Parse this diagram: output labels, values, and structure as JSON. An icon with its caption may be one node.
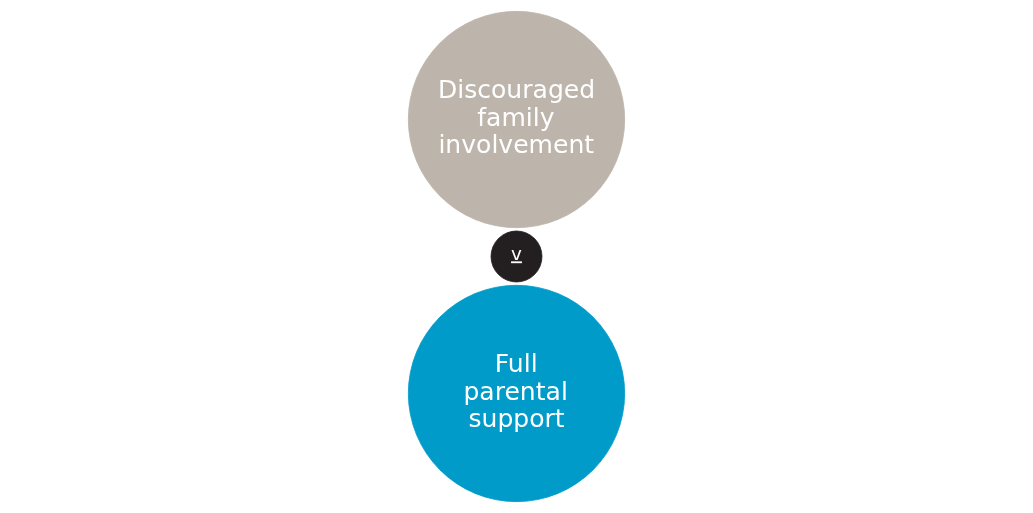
{
  "diagram": {
    "nodes": [
      {
        "text": [
          "Discouraged family involvement"
        ]
      },
      {
        "text": [
          "v"
        ]
      },
      {
        "text": [
          "Full parental support"
        ]
      }
    ]
  }
}
